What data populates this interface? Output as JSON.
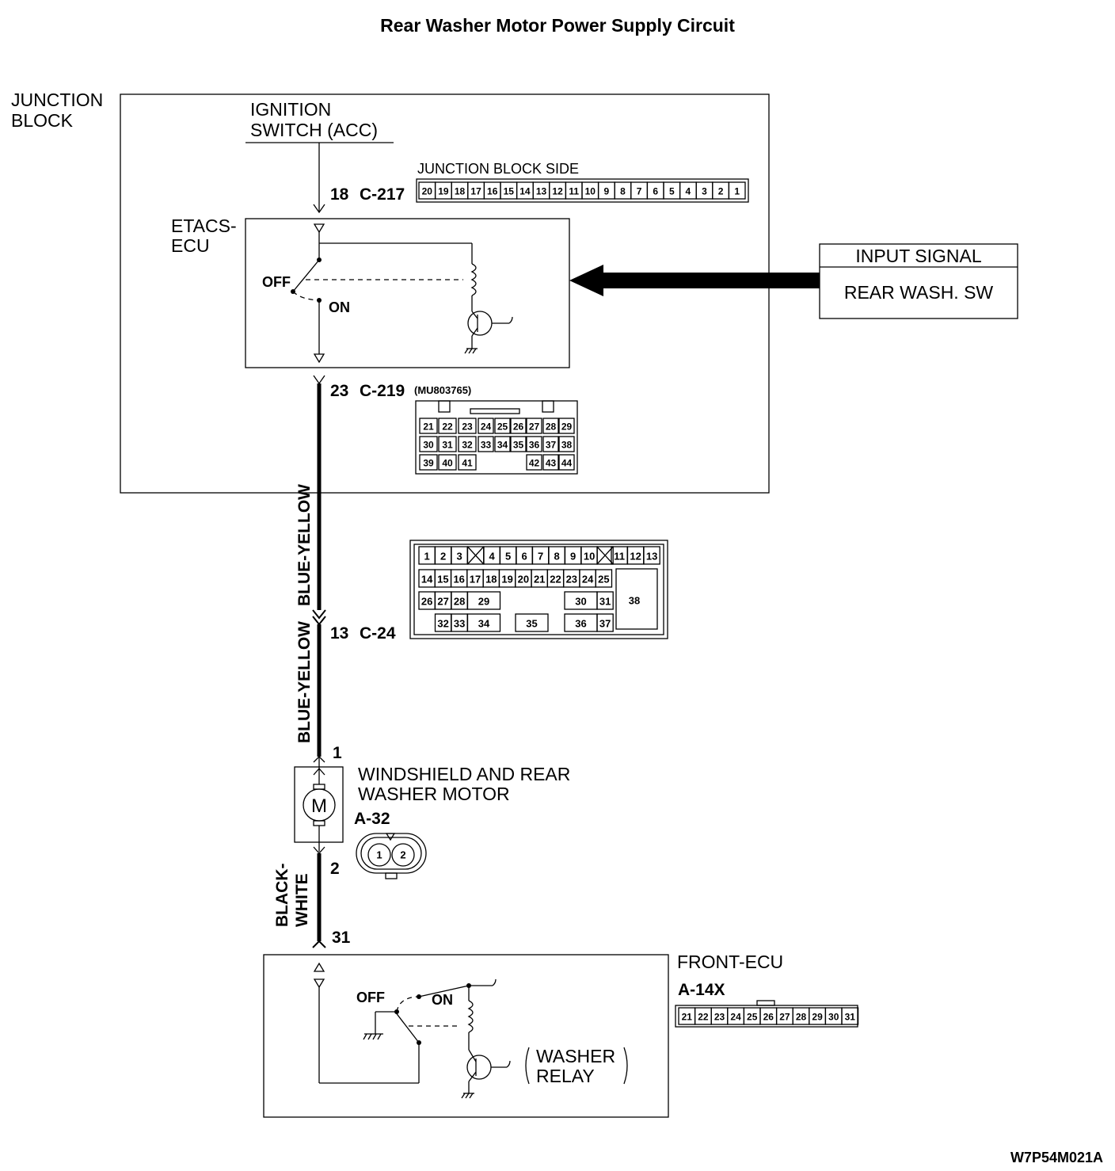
{
  "title": "Rear Washer Motor Power Supply Circuit",
  "figure_id": "W7P54M021A",
  "junction_block": {
    "label_line1": "JUNCTION",
    "label_line2": "BLOCK",
    "ignition_line1": "IGNITION",
    "ignition_line2": "SWITCH (ACC)",
    "pin_in": "18",
    "connector_in": "C-217",
    "jb_side_label": "JUNCTION BLOCK SIDE",
    "c217_pins": [
      "20",
      "19",
      "18",
      "17",
      "16",
      "15",
      "14",
      "13",
      "12",
      "11",
      "10",
      "9",
      "8",
      "7",
      "6",
      "5",
      "4",
      "3",
      "2",
      "1"
    ],
    "pin_out": "23",
    "connector_out": "C-219",
    "part_number": "(MU803765)",
    "c219_rows": [
      [
        "21",
        "22",
        "23",
        "24",
        "25",
        "26",
        "27",
        "28",
        "29"
      ],
      [
        "30",
        "31",
        "32",
        "33",
        "34",
        "35",
        "36",
        "37",
        "38"
      ],
      [
        "39",
        "40",
        "41",
        "42",
        "43",
        "44"
      ]
    ]
  },
  "etacs_ecu": {
    "label_line1": "ETACS-",
    "label_line2": "ECU",
    "off_label": "OFF",
    "on_label": "ON"
  },
  "input_signal": {
    "header": "INPUT SIGNAL",
    "value": "REAR WASH. SW"
  },
  "wire_blue_yellow": "BLUE-YELLOW",
  "c24": {
    "pin": "13",
    "connector": "C-24",
    "row1": [
      "1",
      "2",
      "3",
      "4",
      "5",
      "6",
      "7",
      "8",
      "9",
      "10",
      "11",
      "12",
      "13"
    ],
    "row2": [
      "14",
      "15",
      "16",
      "17",
      "18",
      "19",
      "20",
      "21",
      "22",
      "23",
      "24",
      "25"
    ],
    "row3": [
      "26",
      "27",
      "28",
      "29",
      "30",
      "31"
    ],
    "row4": [
      "32",
      "33",
      "34",
      "35",
      "36",
      "37"
    ],
    "big_pin": "38"
  },
  "motor": {
    "name_line1": "WINDSHIELD AND REAR",
    "name_line2": "WASHER MOTOR",
    "connector": "A-32",
    "pin_top": "1",
    "pin_bottom": "2",
    "symbol": "M",
    "connector_pins": [
      "1",
      "2"
    ]
  },
  "wire_black_white_line1": "BLACK-",
  "wire_black_white_line2": "WHITE",
  "front_ecu": {
    "label": "FRONT-ECU",
    "pin": "31",
    "connector": "A-14X",
    "a14x_pins": [
      "21",
      "22",
      "23",
      "24",
      "25",
      "26",
      "27",
      "28",
      "29",
      "30",
      "31"
    ],
    "off_label": "OFF",
    "on_label": "ON",
    "relay_line1": "WASHER",
    "relay_line2": "RELAY"
  }
}
